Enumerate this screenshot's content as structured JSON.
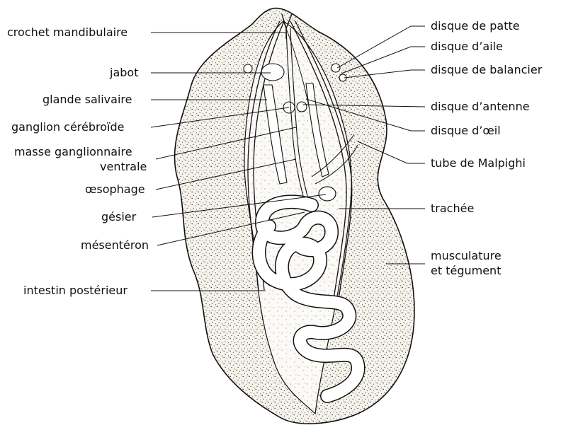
{
  "labels_left": {
    "crochet": "crochet mandibulaire",
    "jabot": "jabot",
    "glande": "glande salivaire",
    "ganglion": "ganglion cérébroïde",
    "masse_line1": "masse ganglionnaire",
    "masse_line2": "ventrale",
    "oesophage": "œsophage",
    "gesier": "gésier",
    "mesenteron": "mésentéron",
    "intestin": "intestin postérieur"
  },
  "labels_right": {
    "patte": "disque de patte",
    "aile": "disque d’aile",
    "balancier": "disque de balancier",
    "antenne": "disque d’antenne",
    "oeil": "disque d’œil",
    "malpighi": "tube de Malpighi",
    "trachee": "trachée",
    "musc_line1": "musculature",
    "musc_line2": "et tégument"
  },
  "colors": {
    "ink": "#111111",
    "stipple": "#2b2b2b",
    "body_fill": "#f4f1ea",
    "organ_fill": "#ffffff"
  }
}
